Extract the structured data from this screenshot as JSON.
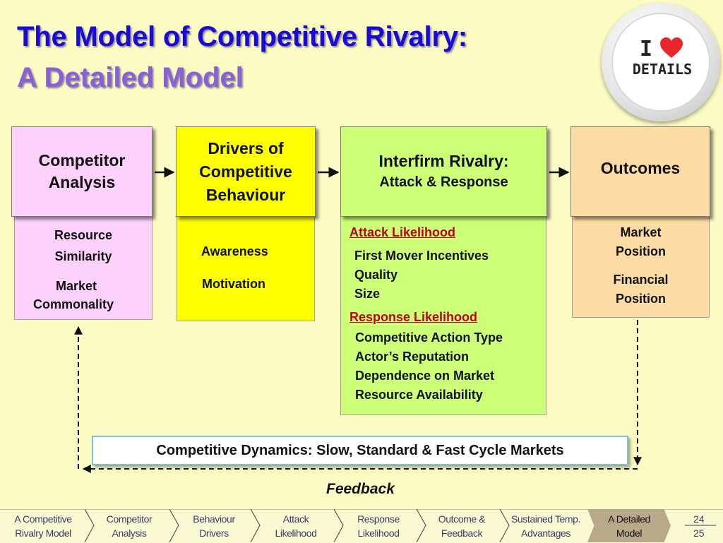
{
  "title": {
    "line1": "The Model of Competitive Rivalry:",
    "line2": "A Detailed Model"
  },
  "badge": {
    "letter": "I",
    "word": "DETAILS",
    "icon": "heart-icon",
    "heart_color": "#e8262c"
  },
  "columns": [
    {
      "header": [
        "Competitor",
        "Analysis"
      ],
      "items": [
        "Resource",
        "Similarity",
        "Market",
        "Commonality"
      ],
      "color": "#fcd2fc"
    },
    {
      "header": [
        "Drivers of",
        "Competitive",
        "Behaviour"
      ],
      "items": [
        "Awareness",
        "Motivation"
      ],
      "color": "#ffff00"
    },
    {
      "header": [
        "Interfirm Rivalry:",
        "Attack & Response"
      ],
      "sections": [
        {
          "heading": "Attack Likelihood",
          "items": [
            "First Mover Incentives",
            "Quality",
            "Size"
          ]
        },
        {
          "heading": "Response Likelihood",
          "items": [
            "Competitive Action Type",
            "Actor’s Reputation",
            "Dependence on Market",
            "Resource Availability"
          ]
        }
      ],
      "color": "#ccff77"
    },
    {
      "header": [
        "Outcomes"
      ],
      "items": [
        "Market",
        "Position",
        "Financial",
        "Position"
      ],
      "color": "#fcdca4"
    }
  ],
  "dynamics": "Competitive Dynamics: Slow, Standard & Fast Cycle Markets",
  "feedback": "Feedback",
  "nav": {
    "items": [
      [
        "A Competitive",
        "Rivalry Model"
      ],
      [
        "Competitor",
        "Analysis"
      ],
      [
        "Behaviour",
        "Drivers"
      ],
      [
        "Attack",
        "Likelihood"
      ],
      [
        "Response",
        "Likelihood"
      ],
      [
        "Outcome &",
        "Feedback"
      ],
      [
        "Sustained Temp.",
        "Advantages"
      ],
      [
        "A Detailed",
        "Model"
      ]
    ],
    "active_index": 7,
    "page_current": "24",
    "page_total": "25"
  }
}
